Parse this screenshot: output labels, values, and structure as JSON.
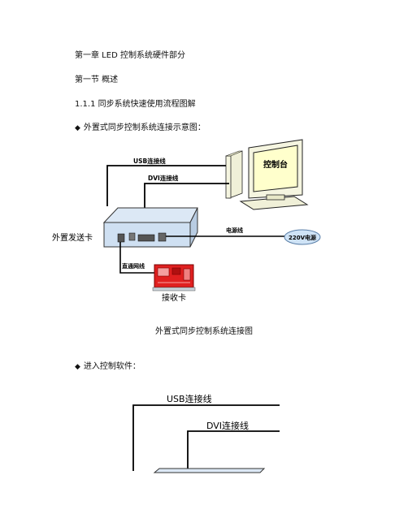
{
  "heading": {
    "chapter": "第一章 LED 控制系统硬件部分",
    "section": "第一节 概述",
    "subsection": "1.1.1 同步系统快速使用流程图解",
    "bullet_symbol": "◆",
    "bullet1": "外置式同步控制系统连接示意图：",
    "bullet2": "进入控制软件："
  },
  "diagram1": {
    "usb_label": "USB连接线",
    "dvi_label": "DVI连接线",
    "console_label": "控制台",
    "sender_label": "外置发送卡",
    "power_cable_label": "电源线",
    "power_label": "220V电源",
    "network_label": "直通网线",
    "receiver_label": "接收卡",
    "caption": "外置式同步控制系统连接图"
  },
  "diagram2": {
    "usb_label": "USB连接线",
    "dvi_label": "DVI连接线"
  },
  "colors": {
    "device_fill": "#cfe0f2",
    "receiver_red": "#e02020",
    "console_fill": "#ffffcc",
    "power_fill": "#cfe3f6"
  }
}
